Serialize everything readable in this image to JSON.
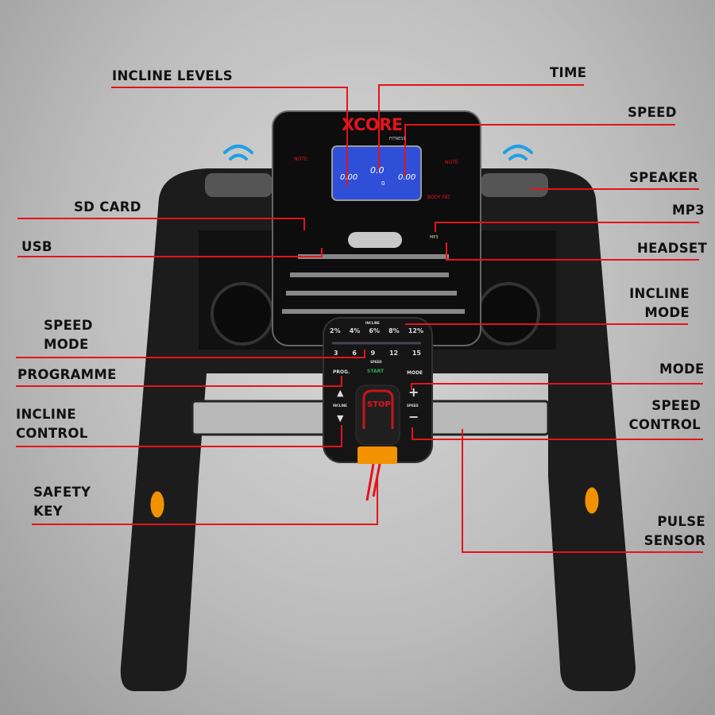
{
  "brand": {
    "name": "XCORE",
    "sub": "FITNESS"
  },
  "console": {
    "note_left": "NOTE:",
    "note_right": "NOTE:",
    "body_fat": "BODY FAT",
    "display": {
      "left": "0.00",
      "center": "0.0",
      "right": "0.00",
      "bottom": "0"
    },
    "mp3_label": "MP3"
  },
  "keypad": {
    "incline_title": "INCLINE",
    "incline_levels": [
      "2%",
      "4%",
      "6%",
      "8%",
      "12%"
    ],
    "speed_levels": [
      "3",
      "6",
      "9",
      "12",
      "15"
    ],
    "speed_title": "SPEED",
    "prog": "PROG.",
    "start": "START",
    "mode": "MODE",
    "stop": "STOP",
    "incline_ctrl": "INCLINE",
    "speed_ctrl": "SPEED",
    "plus": "+",
    "minus": "−",
    "up": "▲",
    "down": "▼"
  },
  "labels": {
    "incline_levels": "INCLINE LEVELS",
    "time": "TIME",
    "speed": "SPEED",
    "speaker": "SPEAKER",
    "sd_card": "SD CARD",
    "mp3": "MP3",
    "usb": "USB",
    "headset": "HEADSET",
    "incline_mode": [
      "INCLINE",
      "MODE"
    ],
    "speed_mode": [
      "SPEED",
      "MODE"
    ],
    "programme": "PROGRAMME",
    "mode": "MODE",
    "incline_control": [
      "INCLINE",
      "CONTROL"
    ],
    "speed_control": [
      "SPEED",
      "CONTROL"
    ],
    "safety_key": [
      "SAFETY",
      "KEY"
    ],
    "pulse_sensor": [
      "PULSE",
      "SENSOR"
    ]
  },
  "colors": {
    "leader": "#e3141b",
    "frame": "#1c1c1c",
    "lcd": "#2f4fd8",
    "safety_key": "#f39200"
  }
}
